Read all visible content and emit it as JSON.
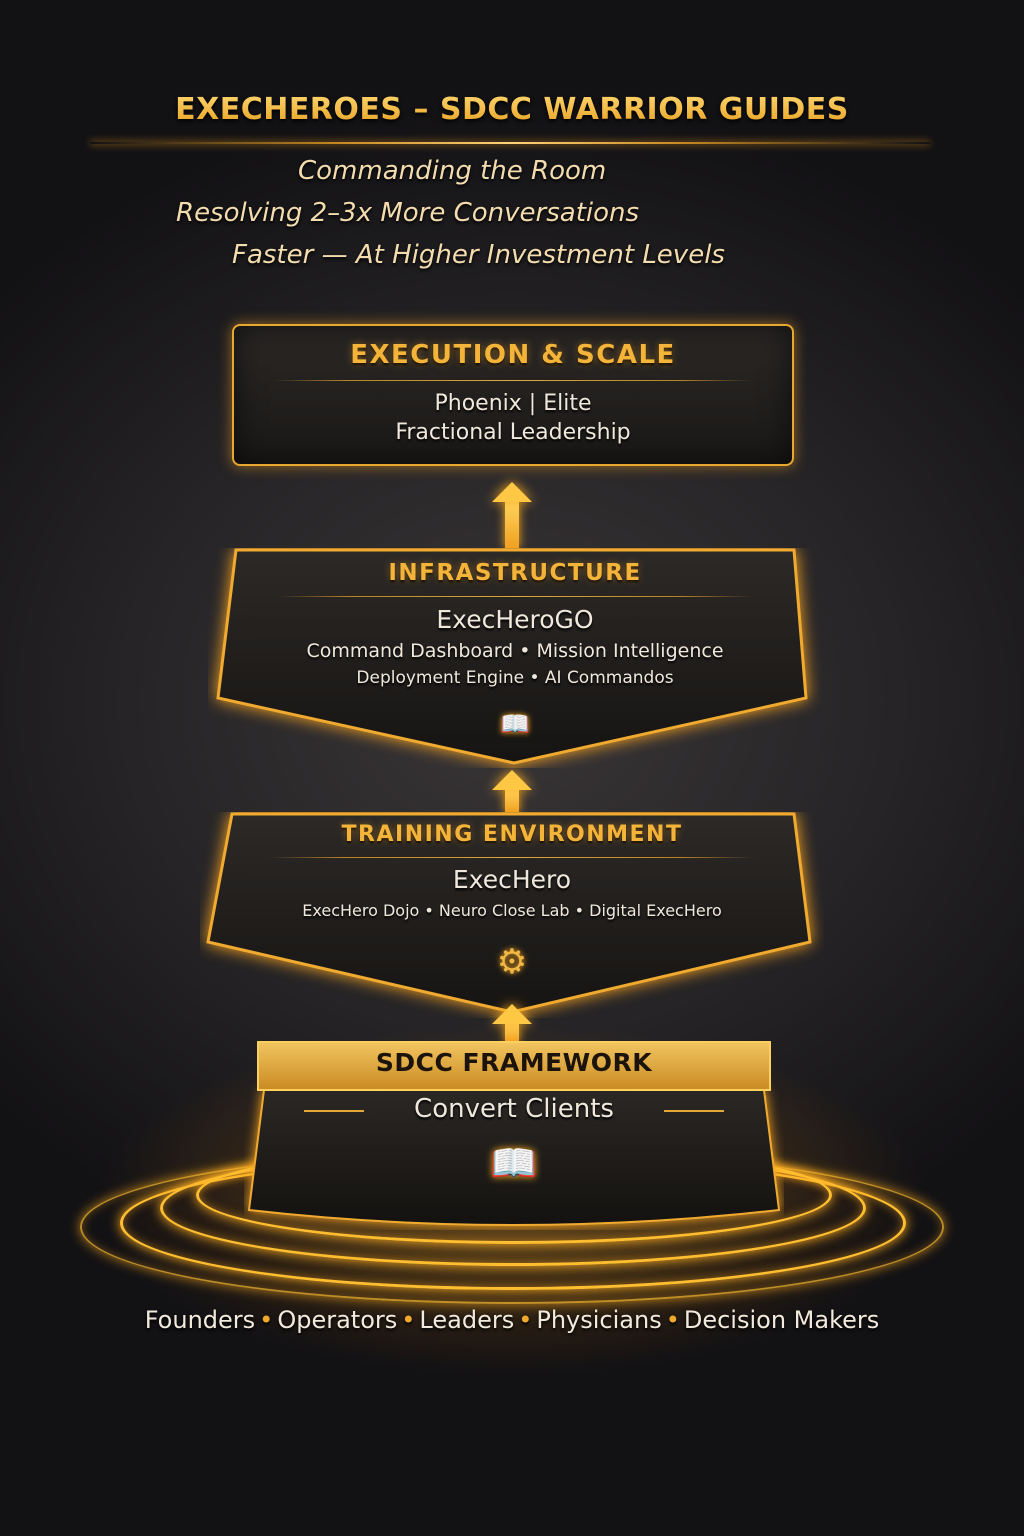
{
  "header": {
    "title": "EXECHEROES – SDCC WARRIOR GUIDES",
    "subtitle_lines": [
      "Commanding the Room",
      "Resolving 2–3x More Conversations",
      "Faster — At Higher Investment Levels"
    ]
  },
  "tiers": [
    {
      "title": "EXECUTION & SCALE",
      "lines": [
        "Phoenix  |  Elite",
        "Fractional Leadership"
      ]
    },
    {
      "title": "INFRASTRUCTURE",
      "product": "ExecHeroGO",
      "lines": [
        "Command Dashboard • Mission Intelligence",
        "Deployment Engine • AI Commandos"
      ],
      "icon": "book-laurel-icon"
    },
    {
      "title": "TRAINING ENVIRONMENT",
      "product": "ExecHero",
      "lines": [
        "ExecHero Dojo • Neuro Close Lab • Digital ExecHero"
      ],
      "icon": "gear-emblem-icon"
    },
    {
      "title": "SDCC FRAMEWORK",
      "product": "Convert Clients",
      "icon": "open-book-icon"
    }
  ],
  "audience": [
    "Founders",
    "Operators",
    "Leaders",
    "Physicians",
    "Decision Makers"
  ],
  "colors": {
    "gold": "#f4b43a",
    "gold_light": "#ffd770",
    "background": "#262426",
    "text": "#efe8dc"
  }
}
